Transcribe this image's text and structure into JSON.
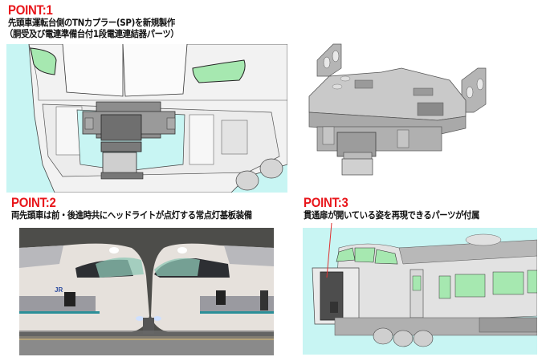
{
  "points": [
    {
      "title": "POINT:1",
      "lines": [
        "先頭車運転台側のTNカプラー(SP)を新規製作",
        "（胴受及び電連準備台付1段電連連結器パーツ）"
      ],
      "images": [
        {
          "alt": "CAD render of train front with TN coupler mounted",
          "background": "#c8f5f3"
        },
        {
          "alt": "CAD render of TN coupler (SP) bogie part",
          "background": "#ffffff"
        }
      ]
    },
    {
      "title": "POINT:2",
      "lines": [
        "両先頭車は前・後進時共にヘッドライトが点灯する常点灯基板装備"
      ],
      "images": [
        {
          "alt": "Photo of two coupled JR train model cab cars with headlights lit",
          "logo_text": "JR"
        }
      ]
    },
    {
      "title": "POINT:3",
      "lines": [
        "貫通扉が開いている姿を再現できるパーツが付属"
      ],
      "images": [
        {
          "alt": "CAD render of train with open gangway door",
          "background": "#c8f5f3"
        }
      ]
    }
  ],
  "colors": {
    "accent_red": "#e8161b",
    "cad_bg": "#c8f5f3",
    "window_green": "#a6e8b0",
    "pointer_line": "#e03030"
  }
}
